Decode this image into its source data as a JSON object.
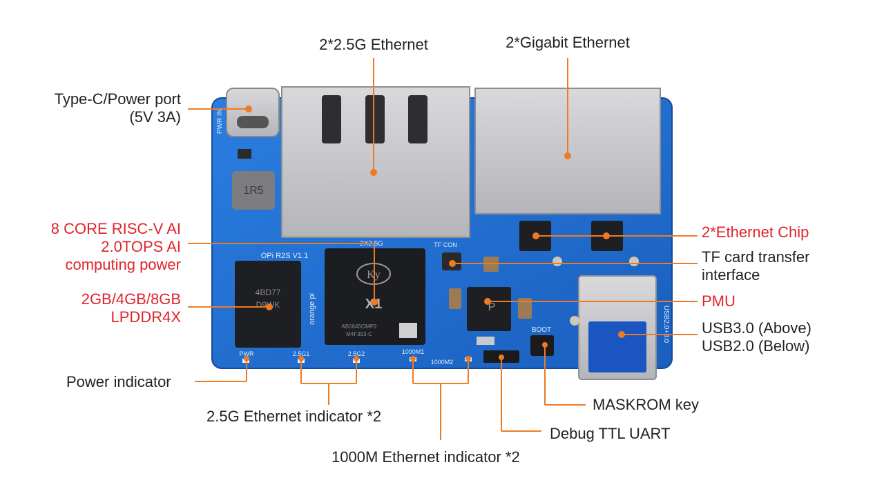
{
  "labels": {
    "eth25": "2*2.5G Ethernet",
    "gige": "2*Gigabit Ethernet",
    "typec_1": "Type-C/Power port",
    "typec_2": "(5V 3A)",
    "cpu_1": "8 CORE  RISC-V AI",
    "cpu_2": "2.0TOPS AI",
    "cpu_3": "computing power",
    "eth_chip": "2*Ethernet Chip",
    "tf_1": "TF card transfer",
    "tf_2": "interface",
    "ram_1": "2GB/4GB/8GB",
    "ram_2": "LPDDR4X",
    "pmu": "PMU",
    "usb_1": "USB3.0 (Above)",
    "usb_2": "USB2.0 (Below)",
    "power_ind": "Power indicator",
    "eth25_ind": "2.5G Ethernet indicator *2",
    "maskrom": "MASKROM key",
    "debug": "Debug TTL UART",
    "eth1000_ind": "1000M Ethernet indicator *2"
  },
  "silkscreen": {
    "board": "OPi R2S V1.1",
    "soc_logo": "Ky",
    "soc_name": "X1",
    "soc_code1": "AB0645OMP2",
    "soc_code2": "M4F393-C",
    "ram_mark1": "4BD77",
    "ram_mark2": "D9WK",
    "inductor": "1R5",
    "pwr_in": "PWR IN",
    "boot": "BOOT",
    "pwr": "PWR",
    "led_2g1": "2.5G1",
    "led_2g2": "2.5G2",
    "led_1000m1": "1000M1",
    "led_1000m2": "1000M2",
    "tf_con": "TF CON",
    "eth_25g_silk": "2X2.5G",
    "usb_silk": "USB2.0+3.0",
    "brand": "orange pi",
    "pmu_chip": "P"
  },
  "colors": {
    "pcb": "#1f6fd0",
    "leader": "#f07a22",
    "red_label": "#e0242b",
    "text": "#222222"
  }
}
